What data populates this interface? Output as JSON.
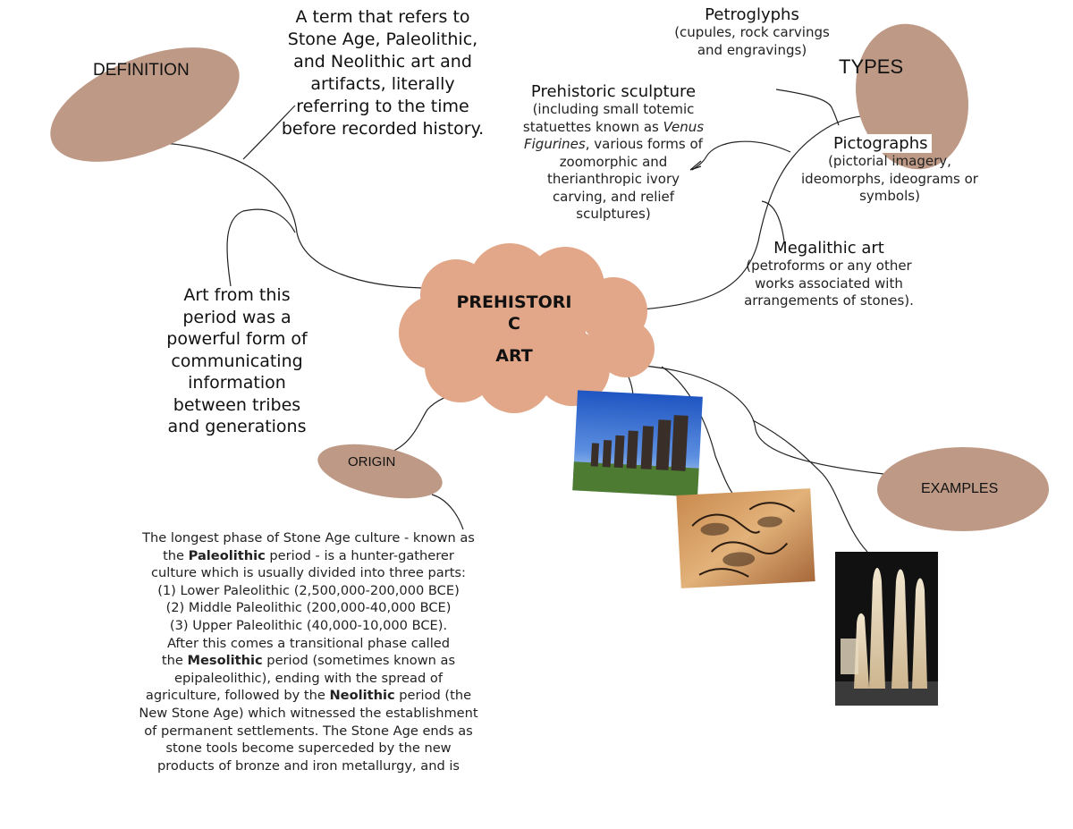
{
  "central": {
    "title_line1": "PREHISTORI",
    "title_line2": "C",
    "title_line3": "ART"
  },
  "bubbles": {
    "definition": "DEFINITION",
    "types": "TYPES",
    "origin": "ORIGIN",
    "examples": "EXAMPLES"
  },
  "definition_text": [
    "A term that refers to",
    "Stone Age, Paleolithic,",
    "and Neolithic art and",
    "artifacts, literally",
    "referring to the time",
    "before recorded history."
  ],
  "communication_text": [
    "Art from this",
    "period was a",
    "powerful form of",
    "communicating",
    "information",
    "between tribes",
    "and generations"
  ],
  "types": {
    "petroglyphs": {
      "title": "Petroglyphs",
      "desc": [
        "(cupules, rock carvings",
        "and engravings)"
      ]
    },
    "sculpture": {
      "title": "Prehistoric sculpture",
      "desc_1": "(including small totemic",
      "desc_2_pre": "statuettes known as ",
      "desc_2_em": "Venus",
      "desc_3_em": "Figurines",
      "desc_3_post": ", various forms of",
      "desc_rest": [
        "zoomorphic and",
        "therianthropic ivory",
        "carving, and relief",
        "sculptures)"
      ]
    },
    "pictographs": {
      "title": "Pictographs",
      "desc": [
        "(pictorial imagery,",
        "ideomorphs, ideograms or",
        "symbols)"
      ]
    },
    "megalithic": {
      "title": "Megalithic art",
      "desc": [
        "(petroforms or any other",
        "works associated with",
        "arrangements of stones)."
      ]
    }
  },
  "origin_text": {
    "l1": "The longest phase of Stone Age culture - known as",
    "l2_pre": "the ",
    "l2_bold": "Paleolithic",
    "l2_post": " period - is a hunter-gatherer",
    "l3": "culture which is usually divided into three parts:",
    "l4": "(1) Lower Paleolithic (2,500,000-200,000 BCE)",
    "l5": "(2) Middle Paleolithic (200,000-40,000 BCE)",
    "l6": "(3) Upper Paleolithic (40,000-10,000 BCE).",
    "l7": "After this comes a transitional phase called",
    "l8_pre": "the ",
    "l8_bold": "Mesolithic",
    "l8_post": " period (sometimes known as",
    "l9": "epipaleolithic), ending with the spread of",
    "l10_pre": "agriculture, followed by the ",
    "l10_bold": "Neolithic",
    "l10_post": " period (the",
    "l11": "New Stone Age) which witnessed the establishment",
    "l12": "of permanent settlements. The Stone Age ends as",
    "l13": "stone tools become superceded by the new",
    "l14": "products of bronze and iron metallurgy, and is"
  },
  "images": {
    "moai": "moai-statues-photo",
    "cave": "cave-painting-photo",
    "ivory": "ivory-figurines-photo"
  },
  "colors": {
    "bubble_brown": "#be9a86",
    "cloud_fill": "#e2a688",
    "line": "#222222"
  }
}
